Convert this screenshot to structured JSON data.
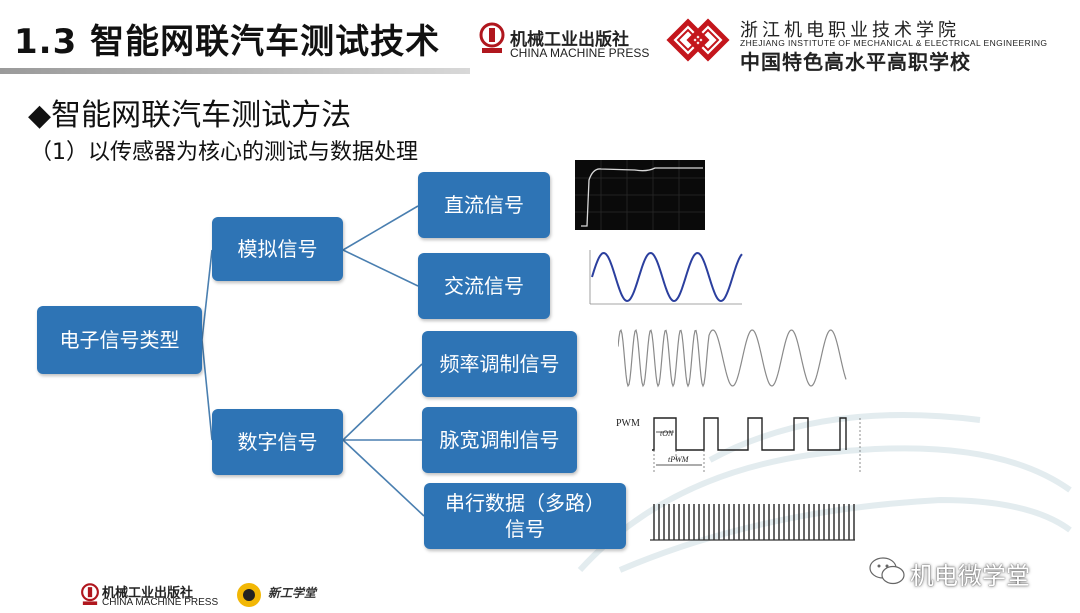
{
  "header": {
    "title": "1.3 智能网联汽车测试技术",
    "press_name_cn": "机械工业出版社",
    "press_name_en": "CHINA MACHINE PRESS",
    "school_name_calligraphy": "浙江机电职业技术学院",
    "school_name_en": "ZHEJIANG INSTITUTE OF MECHANICAL & ELECTRICAL ENGINEERING",
    "school_motto": "中国特色高水平高职学校"
  },
  "content": {
    "heading": "◆智能网联汽车测试方法",
    "subheading": "（1）以传感器为核心的测试与数据处理"
  },
  "diagram": {
    "root": "电子信号类型",
    "analog": "模拟信号",
    "digital": "数字信号",
    "analog_children": [
      "直流信号",
      "交流信号"
    ],
    "digital_children": [
      "频率调制信号",
      "脉宽调制信号",
      "串行数据（多路）信号"
    ],
    "node_color": "#2e74b5",
    "line_color": "#4a7fb0"
  },
  "pwm_figure": {
    "label": "PWM",
    "ton": "tON",
    "tpwm": "tPWM"
  },
  "footer": {
    "press_name_cn": "机械工业出版社",
    "press_name_en": "CHINA MACHINE PRESS",
    "partner_logo_text": "新工学堂",
    "watermark": "机电微学堂"
  }
}
